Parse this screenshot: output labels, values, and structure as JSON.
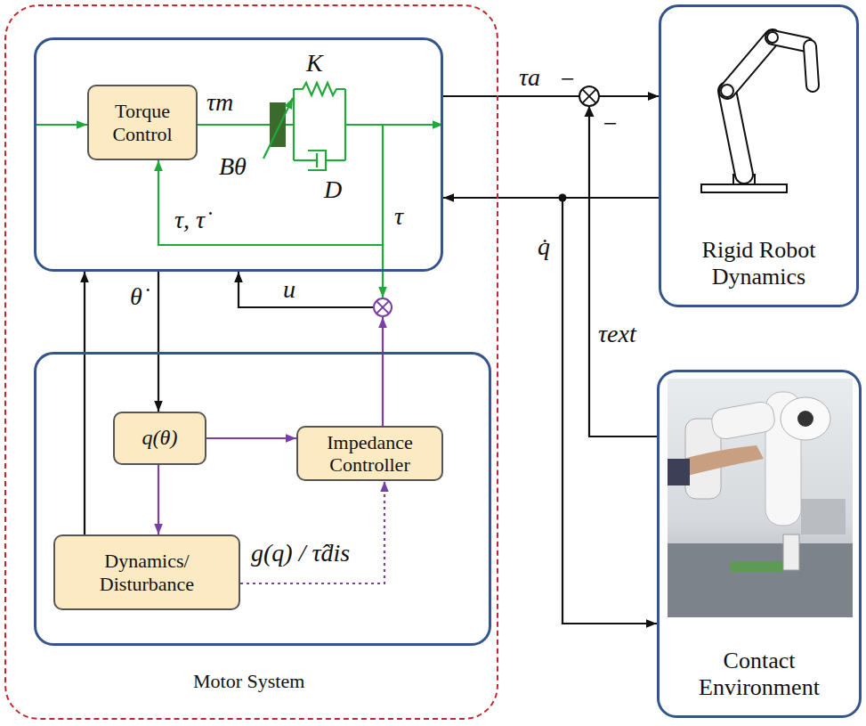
{
  "diagram": {
    "nodes": [
      {
        "text": [
          "Motor System"
        ]
      },
      {
        "text": [
          "K",
          "Bθ",
          "D",
          "τ, τ̇",
          "τ"
        ],
        "in": 0
      },
      {
        "text": [
          "Torque Control"
        ],
        "in": 1
      },
      {
        "text": [
          "g(q) / τ̂dis"
        ],
        "in": 0
      },
      {
        "text": [
          "q(θ)"
        ],
        "in": 3
      },
      {
        "text": [
          "Impedance Controller"
        ],
        "in": 3
      },
      {
        "text": [
          "Dynamics/ Disturbance"
        ],
        "in": 3
      },
      {
        "text": [
          "Rigid Robot Dynamics"
        ]
      },
      {
        "text": [
          "Contact Environment"
        ]
      }
    ],
    "edges": [
      {
        "from": 1,
        "to": 7,
        "label": "τa",
        "arrow": "to"
      },
      {
        "from": 7,
        "to": 1,
        "arrow": "to"
      },
      {
        "from": 7,
        "to": 8,
        "label": "q̇",
        "arrow": "to"
      },
      {
        "from": 8,
        "to": 7,
        "label": "τext",
        "arrow": "to"
      },
      {
        "from": 1,
        "to": 2,
        "arrow": "to"
      },
      {
        "from": 2,
        "to": 1,
        "label": "τm",
        "arrow": "to"
      },
      {
        "from": 1,
        "to": 4,
        "label": "θ̇",
        "arrow": "to"
      },
      {
        "from": 6,
        "to": 1,
        "arrow": "to"
      },
      {
        "from": 4,
        "to": 5,
        "arrow": "to"
      },
      {
        "from": 4,
        "to": 6,
        "arrow": "to"
      },
      {
        "from": 6,
        "to": 5,
        "arrow": "to"
      }
    ],
    "labels": [
      "u",
      "−",
      "−"
    ]
  }
}
